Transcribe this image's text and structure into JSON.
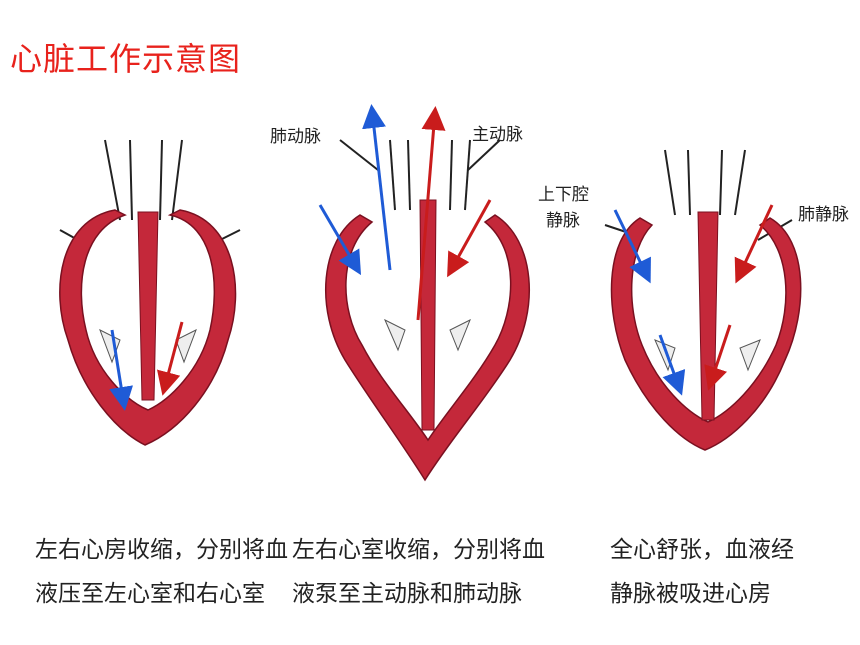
{
  "title": "心脏工作示意图",
  "colors": {
    "heart": "#c4283a",
    "arrow_blue": "#1f5bd6",
    "arrow_red": "#c91c1c",
    "title": "#e8221c"
  },
  "panels": [
    {
      "caption_line1": "左右心房收缩，分别将血",
      "caption_line2": "液压至左心室和右心室"
    },
    {
      "caption_line1": "左右心室收缩，分别将血",
      "caption_line2": "液泵至主动脉和肺动脉",
      "labels": {
        "pulmonary_artery": "肺动脉",
        "aorta": "主动脉"
      }
    },
    {
      "caption_line1": "全心舒张，血液经",
      "caption_line2": "静脉被吸进心房",
      "labels": {
        "vena_cava_1": "上下腔",
        "vena_cava_2": "静脉",
        "pulmonary_vein": "肺静脉"
      }
    }
  ]
}
